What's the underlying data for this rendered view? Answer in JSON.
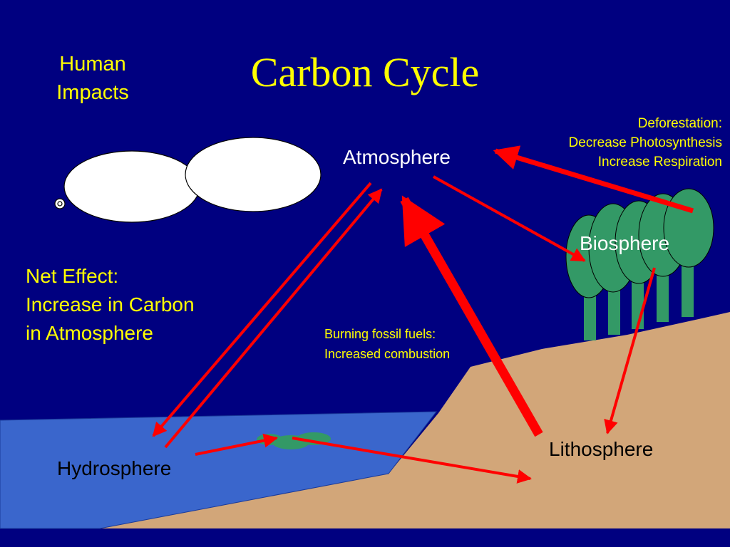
{
  "slide": {
    "title": "Carbon Cycle",
    "human_impacts": [
      "Human",
      "Impacts"
    ],
    "net_effect": [
      "Net Effect:",
      "Increase in Carbon",
      "in Atmosphere"
    ],
    "deforestation": [
      "Deforestation:",
      "Decrease Photosynthesis",
      "Increase Respiration"
    ],
    "fossil_fuels": [
      "Burning fossil fuels:",
      "Increased combustion"
    ]
  },
  "nodes": {
    "atmosphere": "Atmosphere",
    "biosphere": "Biosphere",
    "hydrosphere": "Hydrosphere",
    "lithosphere": "Lithosphere"
  },
  "colors": {
    "background": "#000080",
    "title_text": "#ffff00",
    "arrow": "#ff0000",
    "water": "#3a66cc",
    "land": "#d2a679",
    "tree": "#339966",
    "cloud": "#ffffff"
  }
}
